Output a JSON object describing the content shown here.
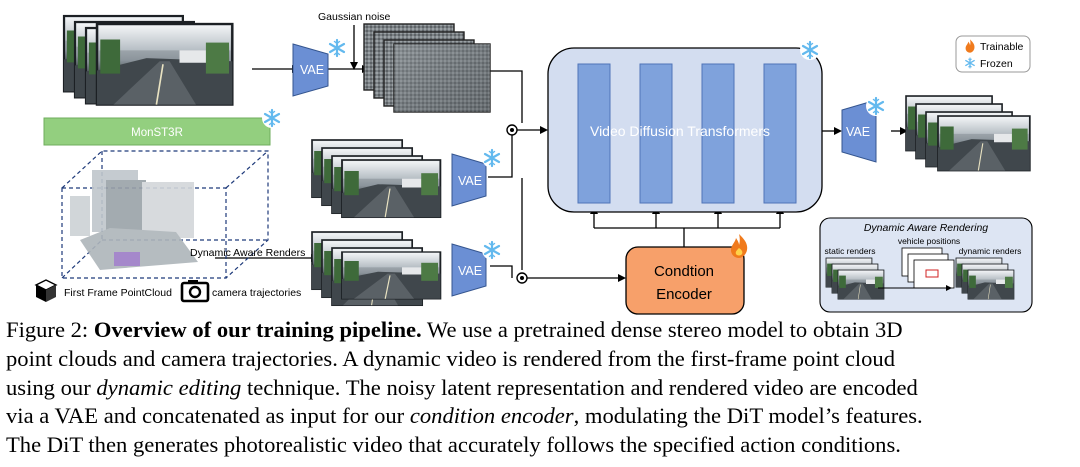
{
  "labels": {
    "gaussian_noise": "Gaussian noise",
    "vae": "VAE",
    "monst3r": "MonST3R",
    "dit": "Video Diffusion Transformers",
    "dynamic_aware_renders": "Dynamic Aware Renders",
    "condition_encoder_line1": "Condtion",
    "condition_encoder_line2": "Encoder",
    "first_frame_pointcloud": "First Frame PointCloud",
    "camera_trajectories": "camera trajectories"
  },
  "legend": {
    "trainable": "Trainable",
    "frozen": "Frozen"
  },
  "inset": {
    "title": "Dynamic Aware Rendering",
    "static_renders": "static renders",
    "vehicle_positions": "vehicle positions",
    "dynamic_renders": "dynamic renders"
  },
  "caption": {
    "figure_label": "Figure 2:",
    "bold_title": "Overview of our training pipeline.",
    "line1_rest": " We use a pretrained dense stereo model to obtain 3D",
    "line2": "point clouds and camera trajectories. A dynamic video is rendered from the first-frame point cloud",
    "line3_a": "using our ",
    "line3_italic": "dynamic editing",
    "line3_b": " technique. The noisy latent representation and rendered video are encoded",
    "line4_a": "via a VAE and concatenated as input for our ",
    "line4_italic": "condition encoder",
    "line4_b": ", modulating the DiT model’s features.",
    "line5": "The DiT then generates photorealistic video that accurately follows the specified action conditions."
  },
  "colors": {
    "vae_blue": "#6b8fd4",
    "dit_panel": "#d3ddf0",
    "dit_column": "#7fa2dc",
    "monst3r_green": "#93cf7f",
    "condition_orange": "#f7a06a",
    "inset_panel": "#dde5f3",
    "snowflake": "#63b9ee",
    "flame": "#f07a1c"
  },
  "icons": [
    "snowflake-icon",
    "flame-icon",
    "cube-icon",
    "camera-icon"
  ]
}
